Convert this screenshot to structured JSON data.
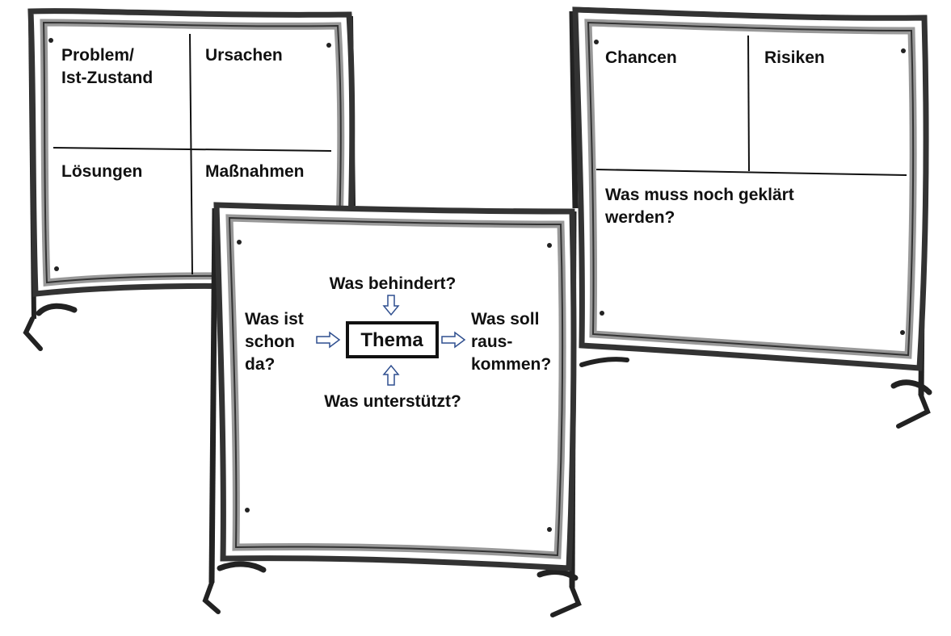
{
  "boards": {
    "left": {
      "q1_line1": "Problem/",
      "q1_line2": "Ist-Zustand",
      "q2": "Ursachen",
      "q3": "Lösungen",
      "q4": "Maßnahmen"
    },
    "right": {
      "q1": "Chancen",
      "q2": "Risiken",
      "bottom_line1": "Was muss noch geklärt",
      "bottom_line2": "werden?"
    },
    "center": {
      "top": "Was behindert?",
      "left_line1": "Was ist",
      "left_line2": "schon",
      "left_line3": "da?",
      "center": "Thema",
      "right_line1": "Was soll",
      "right_line2": "raus-",
      "right_line3": "kommen?",
      "bottom": "Was unterstützt?"
    }
  },
  "colors": {
    "frame_outer": "#3a3a3a",
    "frame_inner": "#8c8c8c",
    "arrow": "#2f4f8f",
    "ink": "#111111"
  }
}
